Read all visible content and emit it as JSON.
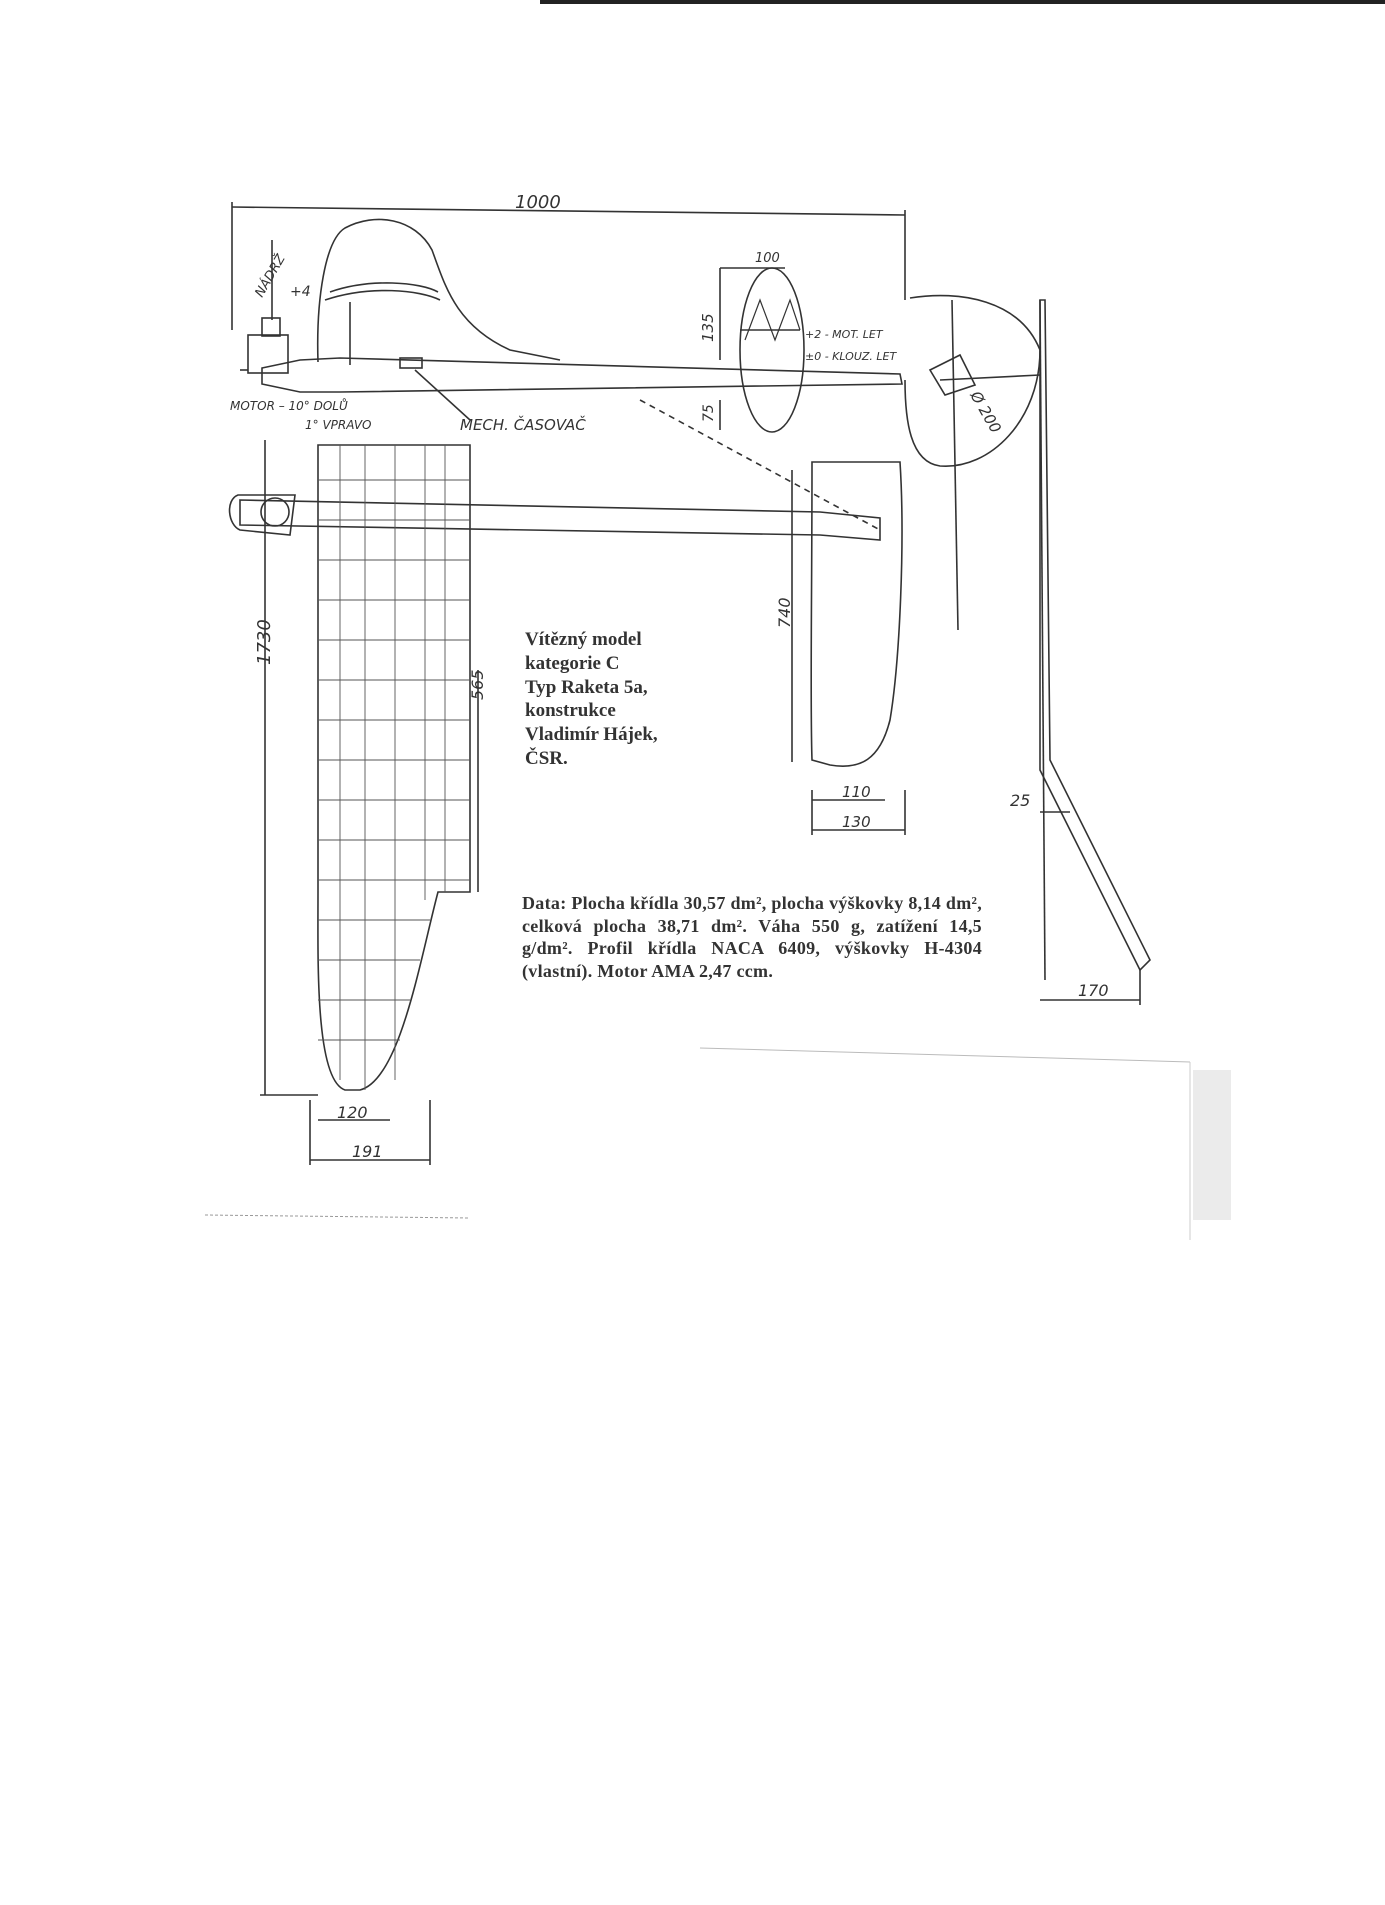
{
  "dimensions": {
    "span_half": "1000",
    "rudder_width": "100",
    "rudder_height": "135",
    "rudder_lower": "75",
    "prop": "Ø 200",
    "wing_span": "1730",
    "wing_center": "565",
    "wing_tip_chord": "120",
    "wing_root_chord": "191",
    "stab_span": "740",
    "stab_tip": "110",
    "stab_root": "130",
    "dihedral": "25",
    "dihedral_base": "170"
  },
  "labels": {
    "tank": "NÁDRŽ",
    "tank_angle": "+4",
    "motor_line1": "MOTOR – 10° DOLŮ",
    "motor_line2": "1° VPRAVO",
    "timer": "MECH. ČASOVAČ",
    "motor_flight": "+2 - MOT. LET",
    "glide": "±0 - KLOUZ. LET"
  },
  "title_block": [
    "Vítězný model",
    "kategorie C",
    "Typ Raketa 5a,",
    "konstrukce",
    "Vladimír Hájek,",
    "ČSR."
  ],
  "data_text": "Data: Plocha křídla 30,57 dm², plocha výškovky 8,14 dm², celková plocha 38,71 dm². Váha 550 g, zatížení 14,5 g/dm². Profil křídla NACA 6409, výškovky H-4304 (vlastní). Motor AMA 2,47 ccm."
}
